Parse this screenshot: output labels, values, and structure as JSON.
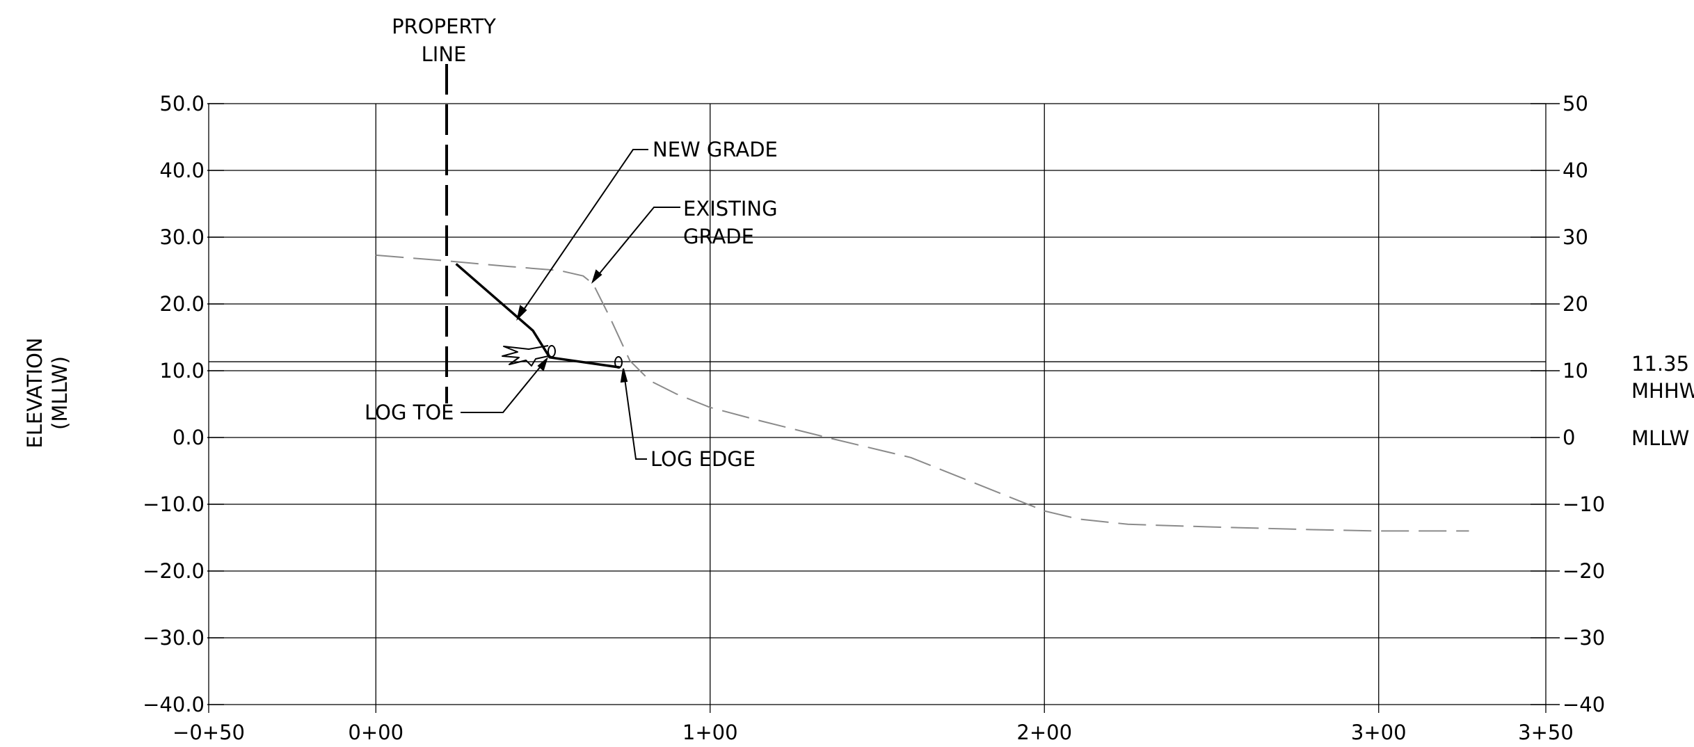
{
  "chart_data": {
    "type": "line",
    "x": {
      "range": [
        -50,
        350
      ],
      "tick_values": [
        -50,
        0,
        100,
        200,
        300,
        350
      ],
      "tick_labels": [
        "−0+50",
        "0+00",
        "1+00",
        "2+00",
        "3+00",
        "3+50"
      ]
    },
    "y": {
      "label_line1": "ELEVATION",
      "label_line2": "(MLLW)",
      "range": [
        -40,
        50
      ],
      "grid": true,
      "tick_values": [
        50,
        40,
        30,
        20,
        10,
        0,
        -10,
        -20,
        -30,
        -40
      ],
      "left_tick_labels": [
        "50.0",
        "40.0",
        "30.0",
        "20.0",
        "10.0",
        "0.0",
        "−10.0",
        "−20.0",
        "−30.0",
        "−40.0"
      ],
      "right_tick_labels": [
        "50",
        "40",
        "30",
        "20",
        "10",
        "0",
        "−10",
        "−20",
        "−30",
        "−40"
      ]
    },
    "series": [
      {
        "name": "EXISTING GRADE",
        "style": "dashed",
        "color": "#8a8a8a",
        "points": [
          [
            0,
            27.3
          ],
          [
            20,
            26.5
          ],
          [
            40,
            25.6
          ],
          [
            55,
            25
          ],
          [
            62,
            24.2
          ],
          [
            65,
            23
          ],
          [
            70,
            18
          ],
          [
            76,
            11.5
          ],
          [
            82,
            8.5
          ],
          [
            90,
            6.5
          ],
          [
            100,
            4.5
          ],
          [
            115,
            2.5
          ],
          [
            135,
            0
          ],
          [
            160,
            -3
          ],
          [
            175,
            -6
          ],
          [
            190,
            -9
          ],
          [
            200,
            -11
          ],
          [
            210,
            -12.2
          ],
          [
            225,
            -13
          ],
          [
            250,
            -13.4
          ],
          [
            280,
            -13.8
          ],
          [
            300,
            -14
          ],
          [
            327,
            -14
          ]
        ]
      },
      {
        "name": "NEW GRADE",
        "style": "solid",
        "color": "#000000",
        "points": [
          [
            24,
            26
          ],
          [
            47,
            16
          ],
          [
            52,
            12
          ],
          [
            73,
            10.5
          ]
        ]
      }
    ],
    "reference_lines": [
      {
        "label_value": "11.35",
        "label_name": "MHHW",
        "value": 11.35
      },
      {
        "label_name": "MLLW",
        "value": 0
      }
    ],
    "property_line": {
      "x": 21,
      "label_line1": "PROPERTY",
      "label_line2": "LINE"
    },
    "annotations": {
      "new_grade": "NEW GRADE",
      "existing_grade_line1": "EXISTING",
      "existing_grade_line2": "GRADE",
      "log_toe": "LOG TOE",
      "log_edge": "LOG EDGE"
    }
  }
}
